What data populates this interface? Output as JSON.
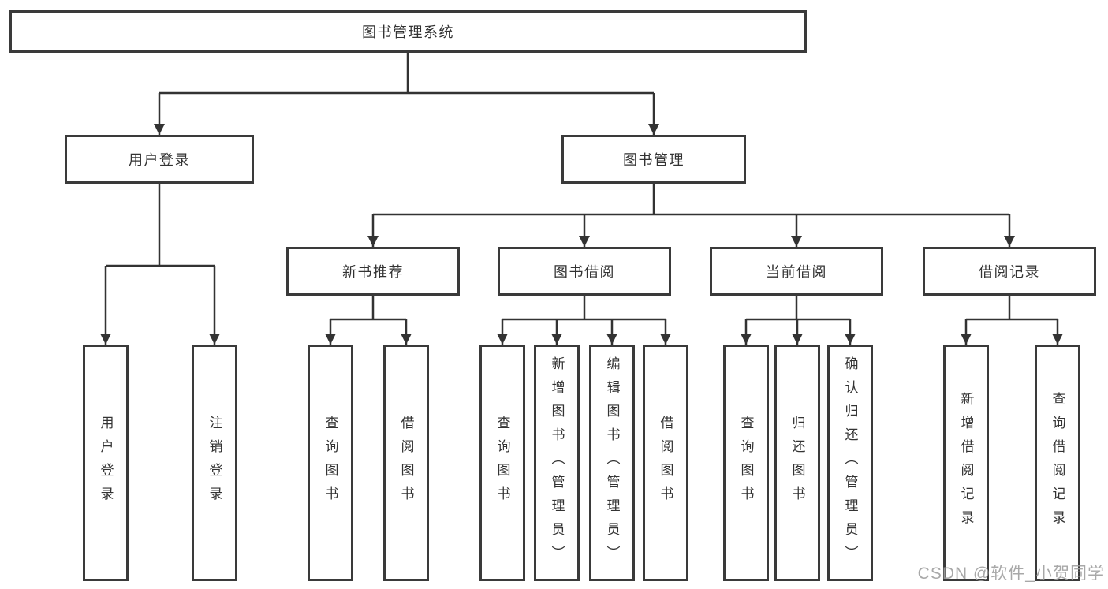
{
  "title": "图书管理系统",
  "colors": {
    "line": "#333333",
    "box_border": "#3a3a3a",
    "text": "#333333",
    "watermark": "#9e9e9e",
    "background": "#ffffff"
  },
  "watermark": {
    "text": "CSDN @软件_小贺同学"
  },
  "tree": {
    "root": {
      "label": "图书管理系统"
    },
    "branches": [
      {
        "label": "用户登录",
        "children": [
          {
            "label": "用户登录"
          },
          {
            "label": "注销登录"
          }
        ]
      },
      {
        "label": "图书管理",
        "children": [
          {
            "label": "新书推荐",
            "children": [
              {
                "label": "查询图书"
              },
              {
                "label": "借阅图书"
              }
            ]
          },
          {
            "label": "图书借阅",
            "children": [
              {
                "label": "查询图书"
              },
              {
                "label": "新增图书（管理员）"
              },
              {
                "label": "编辑图书（管理员）"
              },
              {
                "label": "借阅图书"
              }
            ]
          },
          {
            "label": "当前借阅",
            "children": [
              {
                "label": "查询图书"
              },
              {
                "label": "归还图书"
              },
              {
                "label": "确认归还（管理员）"
              }
            ]
          },
          {
            "label": "借阅记录",
            "children": [
              {
                "label": "新增借阅记录"
              },
              {
                "label": "查询借阅记录"
              }
            ]
          }
        ]
      }
    ]
  }
}
